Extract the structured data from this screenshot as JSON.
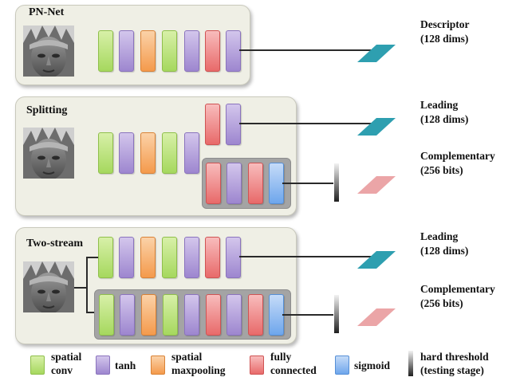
{
  "panels": {
    "pnnet": {
      "title": "PN-Net"
    },
    "splitting": {
      "title": "Splitting"
    },
    "twostream": {
      "title": "Two-stream"
    }
  },
  "outputs": {
    "descriptor": {
      "line1": "Descriptor",
      "line2": "(128 dims)"
    },
    "split_leading": {
      "line1": "Leading",
      "line2": "(128 dims)"
    },
    "split_complementary": {
      "line1": "Complementary",
      "line2": "(256 bits)"
    },
    "two_leading": {
      "line1": "Leading",
      "line2": "(128 dims)"
    },
    "two_complementary": {
      "line1": "Complementary",
      "line2": "(256 bits)"
    }
  },
  "legend": [
    {
      "name": "spatial-conv",
      "label": "spatial\nconv",
      "color": "#a6d85e"
    },
    {
      "name": "tanh",
      "label": "tanh",
      "color": "#9d86cf"
    },
    {
      "name": "spatial-maxpooling",
      "label": "spatial\nmaxpooling",
      "color": "#f49a4c"
    },
    {
      "name": "fully-connected",
      "label": "fully\nconnected",
      "color": "#e86a6a"
    },
    {
      "name": "sigmoid",
      "label": "sigmoid",
      "color": "#6ea6ec"
    },
    {
      "name": "hard-threshold",
      "label": "hard threshold\n(testing stage)",
      "color": "#202020"
    }
  ],
  "colors": {
    "descriptor_plane": "#2e9fb0",
    "binary_plane": "#eba5a7"
  }
}
